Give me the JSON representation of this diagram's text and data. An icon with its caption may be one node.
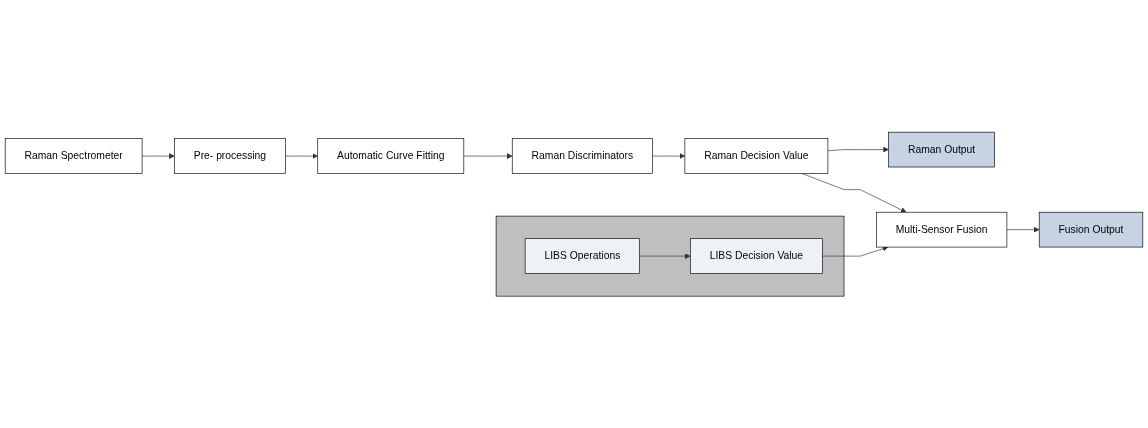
{
  "diagram": {
    "nodes": [
      {
        "text": [
          "Raman Spectrometer"
        ]
      },
      {
        "text": [
          "Pre- processing"
        ]
      },
      {
        "text": [
          "Automatic Curve Fitting"
        ]
      },
      {
        "text": [
          "Raman Discriminators"
        ]
      },
      {
        "text": [
          "Raman Decision Value"
        ]
      },
      {
        "text": [
          "Raman Output"
        ]
      },
      {
        "text": [
          "Multi-Sensor Fusion"
        ]
      },
      {
        "text": [
          "Fusion Output"
        ]
      },
      {
        "text": [],
        "shape": "box"
      },
      {
        "text": [
          "LIBS Operations"
        ],
        "in": 8
      },
      {
        "text": [
          "LIBS Decision Value"
        ],
        "in": 8
      }
    ],
    "edges": [
      {
        "from": 0,
        "to": 1,
        "arrow": "to"
      },
      {
        "from": 1,
        "to": 2,
        "arrow": "to"
      },
      {
        "from": 2,
        "to": 3,
        "arrow": "to"
      },
      {
        "from": 3,
        "to": 4,
        "arrow": "to"
      },
      {
        "from": 4,
        "to": 5,
        "arrow": "to"
      },
      {
        "from": 4,
        "to": 6,
        "arrow": "to"
      },
      {
        "from": 6,
        "to": 7,
        "arrow": "to"
      },
      {
        "from": 9,
        "to": 10,
        "arrow": "to"
      },
      {
        "from": 10,
        "to": 6,
        "arrow": "to"
      }
    ]
  }
}
